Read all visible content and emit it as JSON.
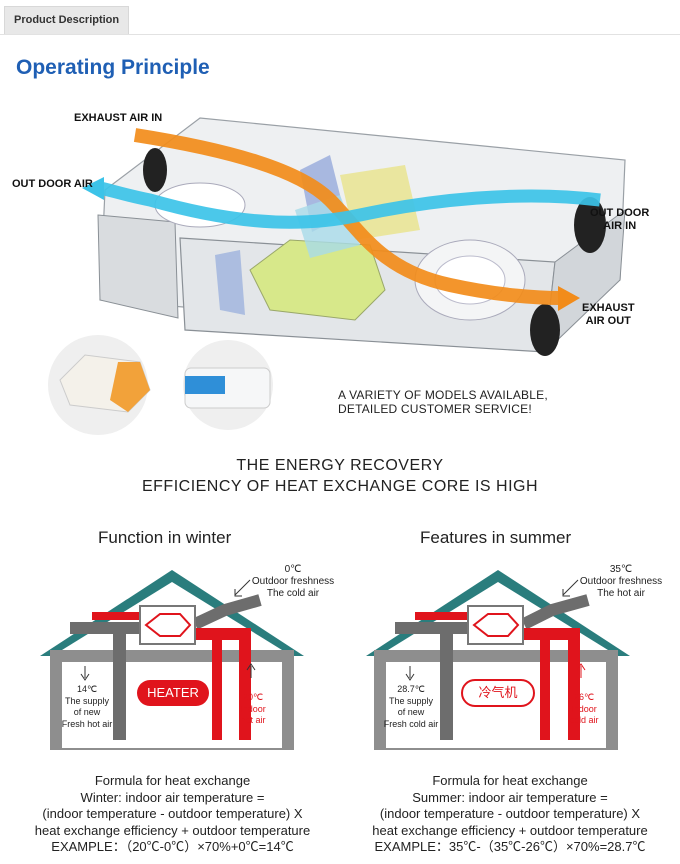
{
  "tab": {
    "label": "Product Description"
  },
  "heading": "Operating Principle",
  "diagram_labels": {
    "exhaust_in": "EXHAUST AIR IN",
    "outdoor_air": "OUT DOOR AIR",
    "outdoor_air_in_line1": "OUT DOOR",
    "outdoor_air_in_line2": "AIR IN",
    "exhaust_out_line1": "EXHAUST",
    "exhaust_out_line2": "AIR OUT"
  },
  "models_text": {
    "line1": "A VARIETY OF MODELS AVAILABLE,",
    "line2": "DETAILED CUSTOMER SERVICE!"
  },
  "energy": {
    "line1": "THE ENERGY RECOVERY",
    "line2": "EFFICIENCY OF HEAT EXCHANGE CORE IS HIGH"
  },
  "winter": {
    "title": "Function in winter",
    "outdoor_temp": "0℃",
    "outdoor_line1": "Outdoor freshness",
    "outdoor_line2": "The cold air",
    "supply_temp": "14℃",
    "supply_line1": "The supply",
    "supply_line2": "of new",
    "supply_line3": "Fresh hot air",
    "device_label": "HEATER",
    "indoor_temp": "20℃",
    "indoor_line1": "Indoor",
    "indoor_line2": "hot air",
    "formula_title": "Formula for heat exchange",
    "formula_line1": "Winter: indoor air temperature =",
    "formula_line2": "(indoor temperature - outdoor temperature) X",
    "formula_line3": "heat exchange efficiency + outdoor temperature",
    "formula_example": "EXAMPLE：（20℃-0℃）×70%+0℃=14℃"
  },
  "summer": {
    "title": "Features in summer",
    "outdoor_temp": "35℃",
    "outdoor_line1": "Outdoor freshness",
    "outdoor_line2": "The hot air",
    "supply_temp": "28.7℃",
    "supply_line1": "The supply",
    "supply_line2": "of new",
    "supply_line3": "Fresh cold air",
    "device_label": "冷气机",
    "indoor_temp": "26℃",
    "indoor_line1": "Indoor",
    "indoor_line2": "cold air",
    "formula_title": "Formula for heat exchange",
    "formula_line1": "Summer: indoor air temperature =",
    "formula_line2": "(indoor temperature - outdoor temperature) X",
    "formula_line3": "heat exchange efficiency + outdoor temperature",
    "formula_example": "EXAMPLE：35℃-（35℃-26℃）×70%=28.7℃"
  },
  "colors": {
    "accent_blue": "#1f5fb4",
    "warm_air": "#f28c1a",
    "cool_air": "#3cc3e8",
    "duct_red": "#e0141c",
    "roof_teal": "#2a7d7d"
  }
}
